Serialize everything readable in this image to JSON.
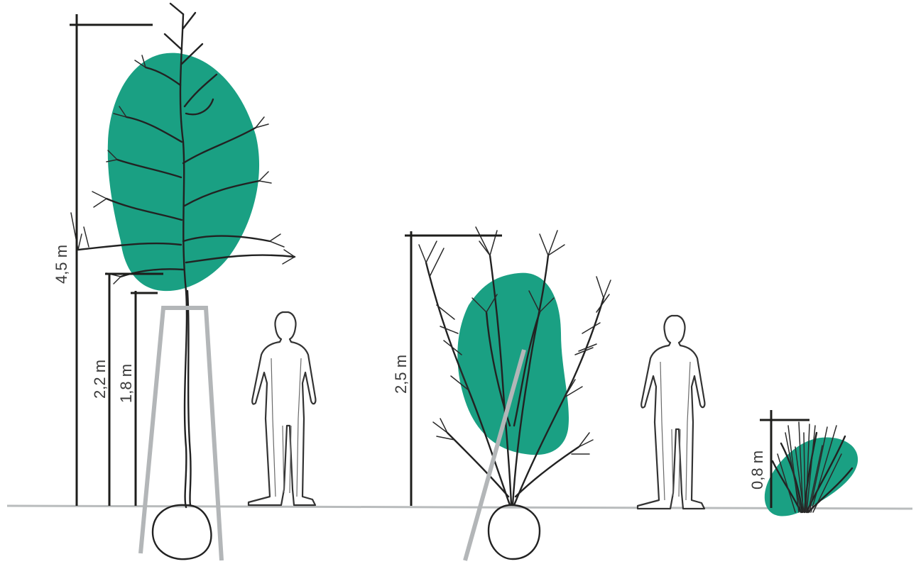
{
  "colors": {
    "foliage": "#1aa083",
    "dimension": "#1d1d1b",
    "stake": "#b3b6b8",
    "ground": "#b9bcbd"
  },
  "measurements": {
    "tree_total_height": "4,5 m",
    "tree_crown_base": "2,2 m",
    "tree_stake_height": "1,8 m",
    "shrub_height": "2,5 m",
    "grass_height": "0,8 m"
  },
  "icons": {
    "person": "person-silhouette-icon",
    "tree": "tree-icon",
    "shrub": "shrub-icon",
    "grass": "grass-icon"
  }
}
